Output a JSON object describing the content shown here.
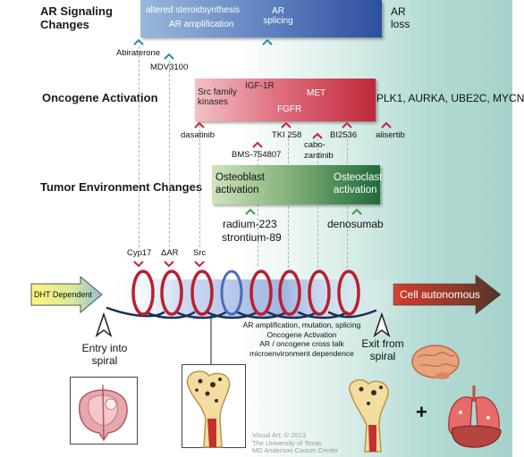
{
  "rows": {
    "ar_title": "AR Signaling Changes",
    "onc_title": "Oncogene Activation",
    "tumor_title": "Tumor Environment Changes"
  },
  "ar_band": {
    "label_steroid": "altered steroidsynthesis",
    "label_amp": "AR amplification",
    "label_splicing": "AR splicing",
    "label_loss": "AR loss",
    "color_start": "#9bb8d9",
    "color_end": "#2d4fa0"
  },
  "onc_band": {
    "label_src": "Src family kinases",
    "label_igf": "IGF-1R",
    "label_met": "MET",
    "label_fgfr": "FGFR",
    "label_plk": "PLK1, AURKA, UBE2C, MYCN",
    "color_start": "#f2b4bd",
    "color_end": "#c0283a"
  },
  "tumor_band": {
    "label_osteoblast": "Osteoblast activation",
    "label_osteoclast": "Osteoclast activation",
    "color_start": "#c6dcb2",
    "color_end": "#1f6b3a"
  },
  "drugs": {
    "abiraterone": "Abiraterone",
    "mdv3100": "MDV3100",
    "dasatinib": "dasatinib",
    "tki258": "TKI 258",
    "bi2536": "BI2536",
    "alisertib": "alisertib",
    "bms": "BMS-754807",
    "cabozantinib": "cabo-zantinib",
    "radium": "radium-223",
    "strontium": "strontium-89",
    "denosumab": "denosumab"
  },
  "spiral_labels": {
    "cyp17": "Cyp17",
    "dar": "ΔAR",
    "src": "Src"
  },
  "flow": {
    "dht": "DHT Dependent",
    "autonomous": "Cell autonomous",
    "entry": "Entry into spiral",
    "exit": "Exit from spiral",
    "mechanisms": [
      "AR amplification, mutation, splicing",
      "Oncogene Activation",
      "AR / oncogene cross talk",
      "microenvironment dependence"
    ],
    "plus": "+"
  },
  "credit": [
    "Visual Art: © 2013",
    "The University of Texas",
    "MD Anderson Cancer Center"
  ]
}
